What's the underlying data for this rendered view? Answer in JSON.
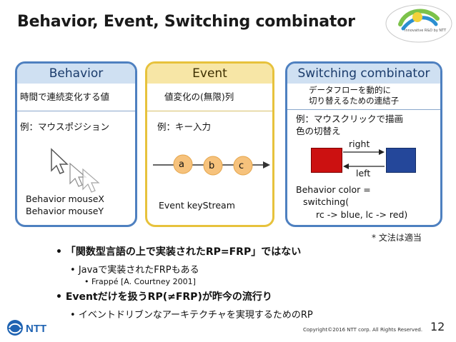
{
  "slide": {
    "title": "Behavior, Event, Switching combinator",
    "logo_tagline": "Innovative R&D by NTT",
    "note": "* 文法は適当",
    "copyright": "Copyright©2016 NTT corp. All Rights Reserved.",
    "page_number": "12",
    "corporate_logo": "NTT"
  },
  "panels": {
    "behavior": {
      "header": "Behavior",
      "subtitle": "時間で連続変化する値",
      "example": "例：マウスポジション",
      "code_line1": "Behavior mouseX",
      "code_line2": "Behavior mouseY"
    },
    "event": {
      "header": "Event",
      "subtitle": "値変化の(無限)列",
      "example": "例：キー入力",
      "events": [
        "a",
        "b",
        "c"
      ],
      "code_line1": "Event keyStream"
    },
    "switching": {
      "header": "Switching combinator",
      "subtitle_line1": "データフローを動的に",
      "subtitle_line2": "切り替えるための連結子",
      "example_line1": "例：マウスクリックで描画",
      "example_line2": "色の切替え",
      "right_label": "right",
      "left_label": "left",
      "code_line1": "Behavior color =",
      "code_line2": "switching(",
      "code_line3": "rc -> blue, lc -> red)",
      "colors": {
        "red": "#cc1111",
        "blue": "#24479a"
      }
    }
  },
  "bullets": [
    {
      "level": 1,
      "text": "「関数型言語の上で実装されたRP=FRP」ではない"
    },
    {
      "level": 2,
      "text": "Javaで実装されたFRPもある"
    },
    {
      "level": 3,
      "text": "Frappé [A. Courtney 2001]"
    },
    {
      "level": 1,
      "text": "Eventだけを扱うRP(≠FRP)が昨今の流行り"
    },
    {
      "level": 2,
      "text": "イベントドリブンなアーキテクチャを実現するためのRP"
    }
  ]
}
